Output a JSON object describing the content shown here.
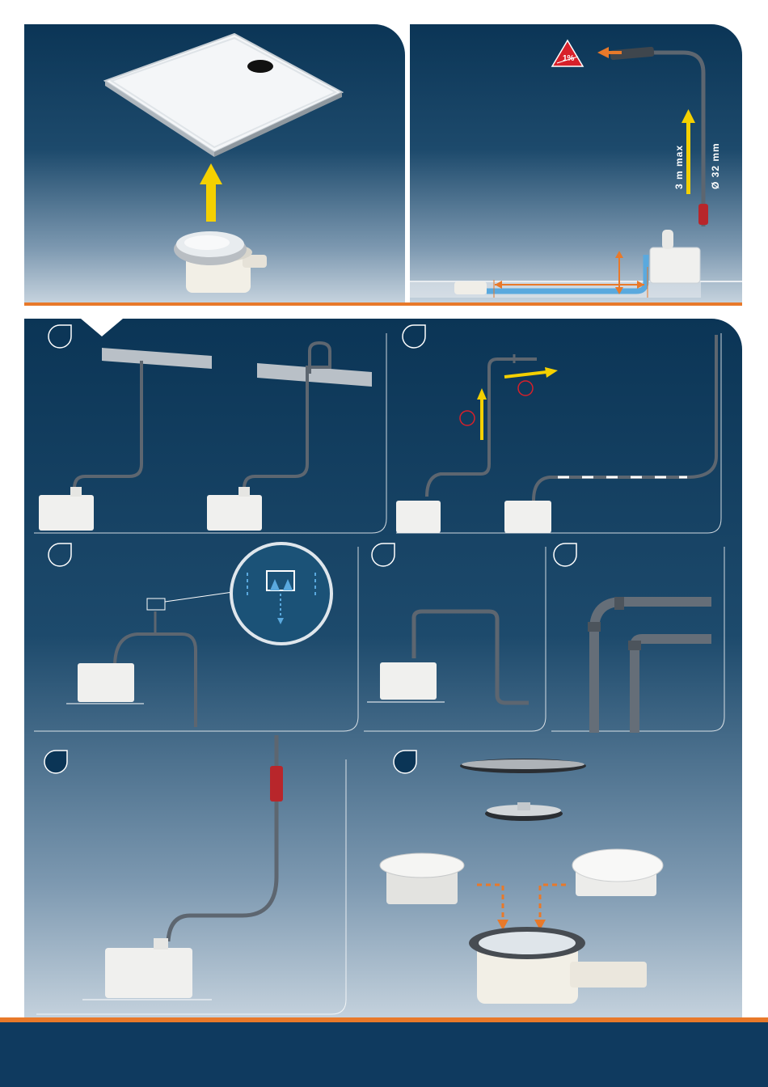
{
  "diagram": {
    "label_max_height": "3 m max",
    "label_pipe_diameter": "Ø 32 mm",
    "label_slope": "1%",
    "colors": {
      "panel_dark": "#0b3556",
      "panel_light": "#c6d3de",
      "accent_orange": "#e8792a",
      "arrow_yellow": "#f4d000",
      "pipe_gray": "#5d6670",
      "water_blue": "#5aa9de",
      "marker_red": "#d8202a"
    },
    "icons": [
      "slope-warning-icon",
      "step-badge-icon",
      "up-arrow-icon",
      "dashed-down-arrow-icon"
    ]
  }
}
